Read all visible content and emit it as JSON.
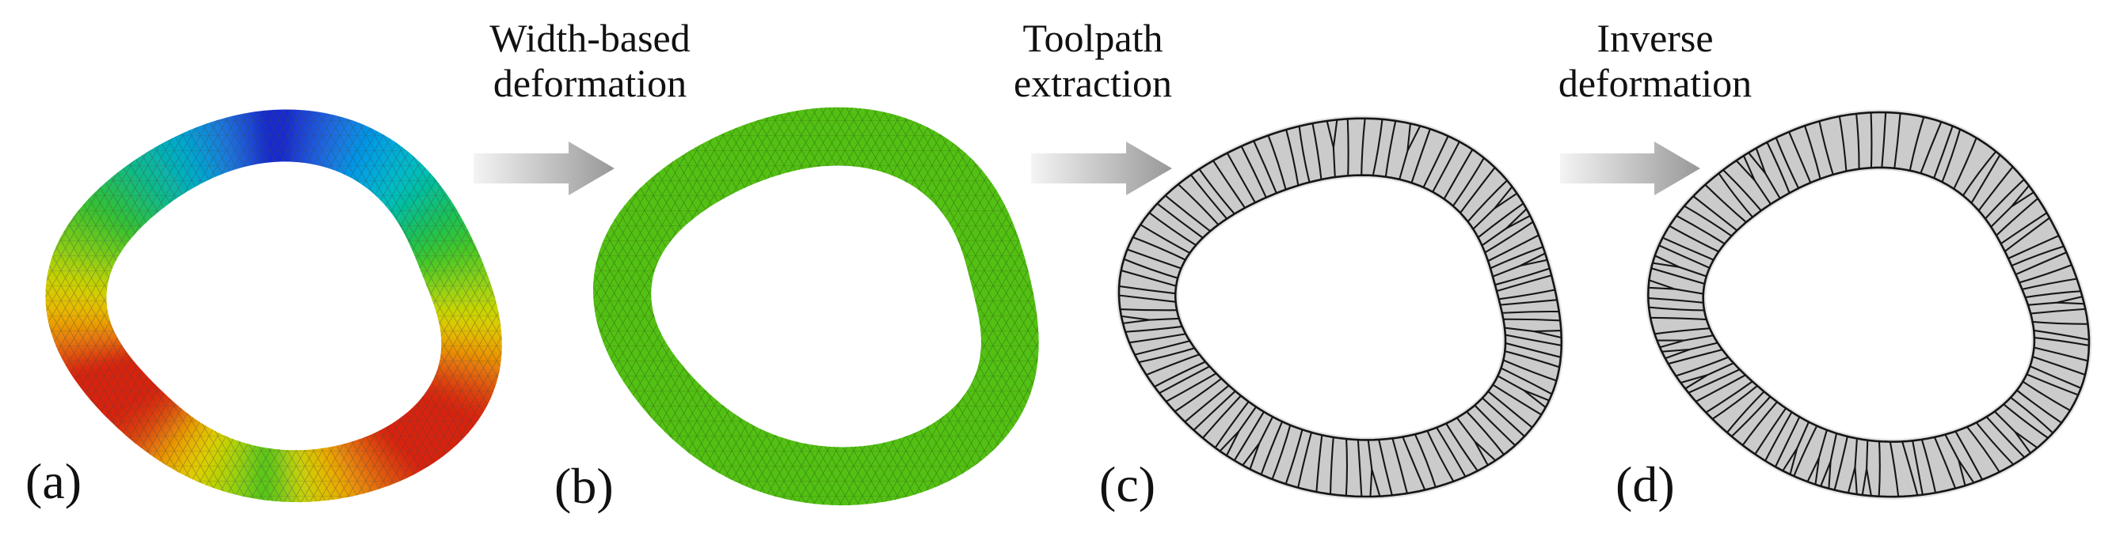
{
  "figure": {
    "background": "#ffffff",
    "text_color": "#111111",
    "steps": [
      {
        "label": "Width-based deformation"
      },
      {
        "label": "Toolpath extraction"
      },
      {
        "label": "Inverse deformation"
      }
    ],
    "panels": [
      {
        "id": "a",
        "label": "(a)",
        "content": "triangular mesh ring colored by width (jet colormap)"
      },
      {
        "id": "b",
        "label": "(b)",
        "content": "uniform-width triangular mesh ring",
        "fill": "#53c113",
        "mesh_line": "#2f6b10"
      },
      {
        "id": "c",
        "label": "(c)",
        "content": "extracted zigzag toolpath ring",
        "fill": "#cbcbcb",
        "line": "#161616"
      },
      {
        "id": "d",
        "label": "(d)",
        "content": "inverse-deformed toolpath ring",
        "fill": "#cbcbcb",
        "line": "#161616"
      }
    ],
    "colormap": [
      "#1717c8",
      "#00a0e8",
      "#13c060",
      "#d8d800",
      "#eca400",
      "#d82010"
    ],
    "arrow": {
      "gradient_start": "#f4f4f4",
      "gradient_end": "#989898"
    },
    "mesh_overlay_color_colored_ring": "#444444"
  }
}
